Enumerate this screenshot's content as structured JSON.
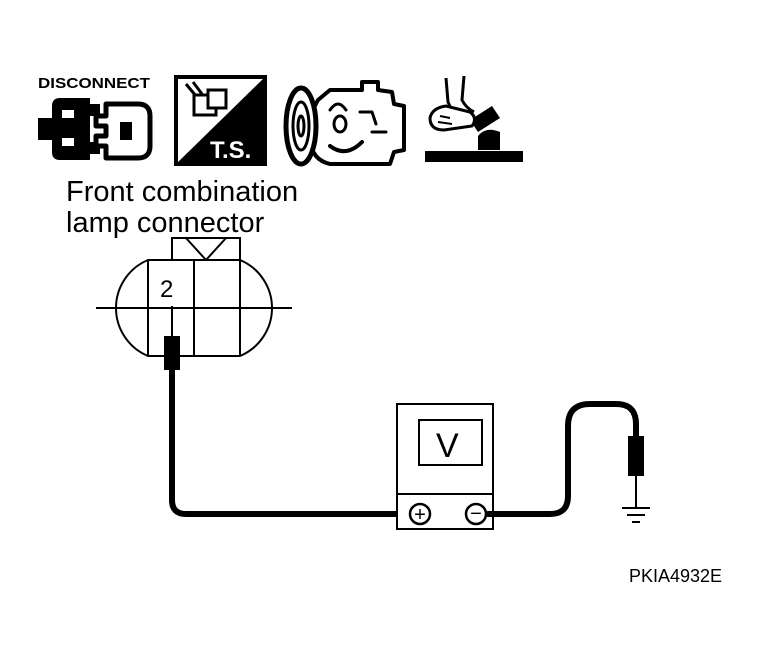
{
  "icons": {
    "disconnect": {
      "name": "disconnect-icon",
      "label": "DISCONNECT"
    },
    "test_sheet": {
      "name": "test-sheet-icon",
      "label": "T.S."
    },
    "engine": {
      "name": "engine-icon"
    },
    "pedal": {
      "name": "pedal-icon"
    }
  },
  "connector": {
    "title_line1": "Front combination",
    "title_line2": "lamp connector",
    "terminal": "2"
  },
  "meter": {
    "display": "V",
    "plus_symbol": "+",
    "minus_symbol": "−"
  },
  "figure_code": "PKIA4932E",
  "colors": {
    "line": "#000000",
    "background": "#ffffff"
  }
}
